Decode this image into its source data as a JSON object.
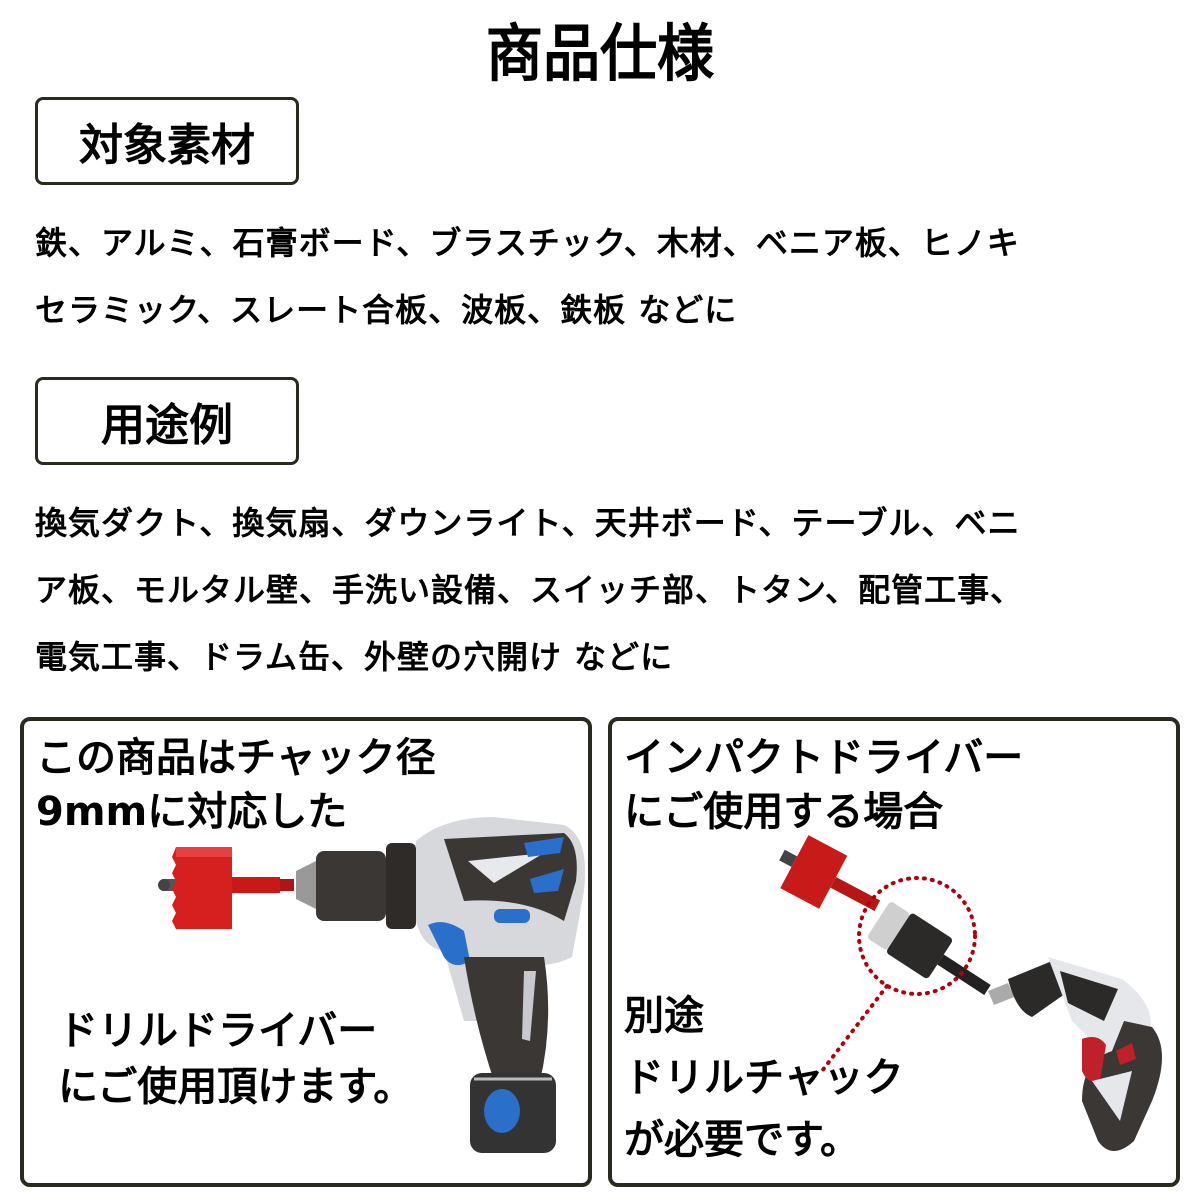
{
  "page": {
    "title": "商品仕様"
  },
  "materials": {
    "label": "対象素材",
    "lines": [
      "鉄、アルミ、石膏ボード、ブラスチック、木材、ベニア板、ヒノキ",
      "セラミック、スレート合板、波板、鉄板 などに"
    ]
  },
  "uses": {
    "label": "用途例",
    "lines": [
      "換気ダクト、換気扇、ダウンライト、天井ボード、テーブル、ベニ",
      "ア板、モルタル壁、手洗い設備、スイッチ部、トタン、配管工事、",
      "電気工事、ドラム缶、外壁の穴開け などに"
    ]
  },
  "panels": {
    "drill": {
      "heading": [
        "この商品はチャック径",
        "9mmに対応した"
      ],
      "caption": [
        "ドリルドライバー",
        "にご使用頂けます。"
      ],
      "image": "drill-driver-with-hole-saw"
    },
    "impact": {
      "heading": [
        "インパクトドライバー",
        "にご使用する場合"
      ],
      "caption": [
        "別途",
        "ドリルチャック",
        "が必要です。"
      ],
      "image": "impact-driver-with-drill-chuck"
    }
  },
  "colors": {
    "border": "#2b2a20",
    "hole_saw_red": "#d61f1f",
    "drill_blue": "#2a6fc9",
    "drill_dark": "#3a3735",
    "drill_silver": "#d6d8dc",
    "impact_red": "#c0202a",
    "callout_dots": "#b00010"
  }
}
